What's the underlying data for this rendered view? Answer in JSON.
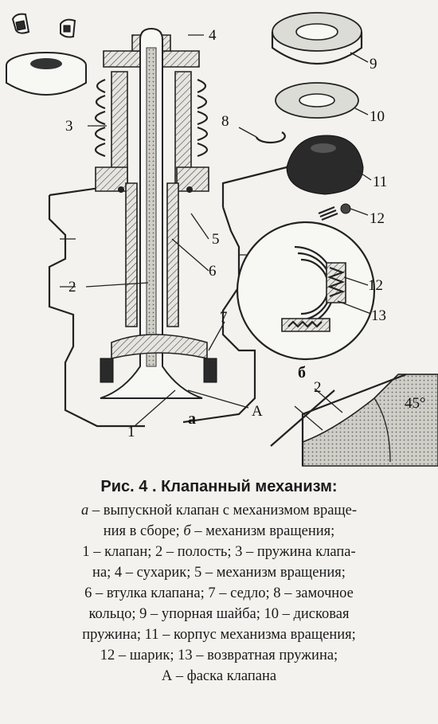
{
  "labels": {
    "n1": "1",
    "n2": "2",
    "n3": "3",
    "n4": "4",
    "n5": "5",
    "n6": "6",
    "n7": "7",
    "n8": "8",
    "n9": "9",
    "n10": "10",
    "n11": "11",
    "n12a": "12",
    "n12b": "12",
    "n13": "13",
    "A": "A",
    "a": "а",
    "b": "б",
    "dim2": "2",
    "angle": "45°"
  },
  "caption": {
    "title": "Рис. 4 . Клапанный механизм:",
    "line1_a": "а",
    "line1_rest": " – выпускной клапан с механизмом враще-",
    "line2_pre": "ния в сборе; ",
    "line2_b": "б",
    "line2_rest": " – механизм вращения;",
    "line3": "1 – клапан; 2 – полость; 3 – пружина клапа-",
    "line4": "на; 4 – сухарик; 5 – механизм вращения;",
    "line5": "6 – втулка клапана; 7 – седло; 8 – замочное",
    "line6": "кольцо; 9 – упорная шайба; 10 – дисковая",
    "line7": "пружина; 11 – корпус механизма вращения;",
    "line8": "12 – шарик; 13 – возвратная пружина;",
    "line9": "А – фаска клапана"
  }
}
